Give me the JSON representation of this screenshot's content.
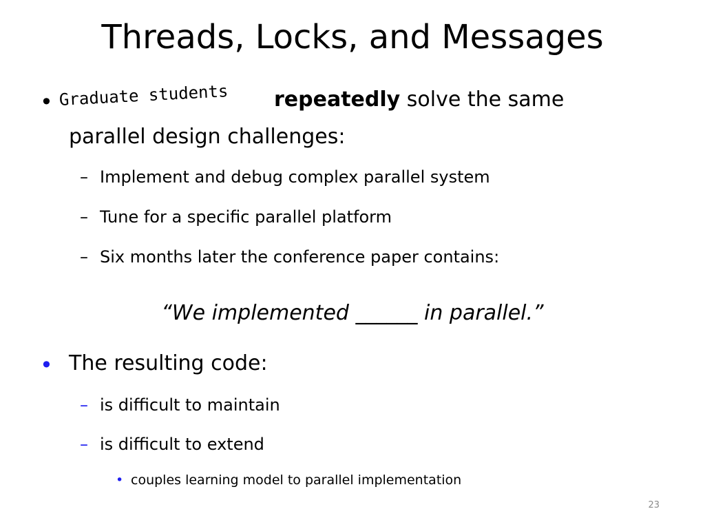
{
  "slide": {
    "title": "Threads, Locks, and Messages",
    "bullet1": {
      "handwritten": "Graduate students",
      "bold": "repeatedly",
      "rest_line1": "solve the same",
      "line2": "parallel design challenges:",
      "subitems": [
        "Implement and debug complex parallel system",
        "Tune for a specific parallel platform",
        "Six months later the conference paper contains:"
      ]
    },
    "quote": "“We implemented ______ in parallel.”",
    "bullet2": {
      "text": "The resulting code:",
      "subitems": [
        "is difficult to maintain",
        "is difficult to extend"
      ],
      "subsubitems": [
        "couples learning model to parallel implementation"
      ]
    },
    "page_number": "23",
    "colors": {
      "accent_blue": "#1f1ff0",
      "text": "#000000",
      "page_number": "#8a8a8a"
    }
  }
}
